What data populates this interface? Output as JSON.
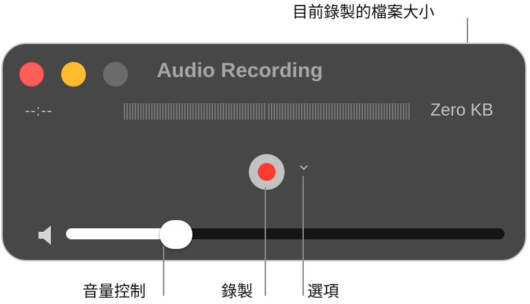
{
  "window": {
    "title": "Audio Recording",
    "elapsed_time": "--:--",
    "file_size": "Zero KB",
    "volume_fraction": 0.23,
    "traffic_lights": {
      "close": "#ff5f57",
      "minimize": "#febc2e",
      "zoom": "#6b6b6b"
    },
    "record_color": "#ff3b30"
  },
  "callouts": {
    "file_size": "目前錄製的檔案大小",
    "volume": "音量控制",
    "record": "錄製",
    "options": "選項"
  }
}
